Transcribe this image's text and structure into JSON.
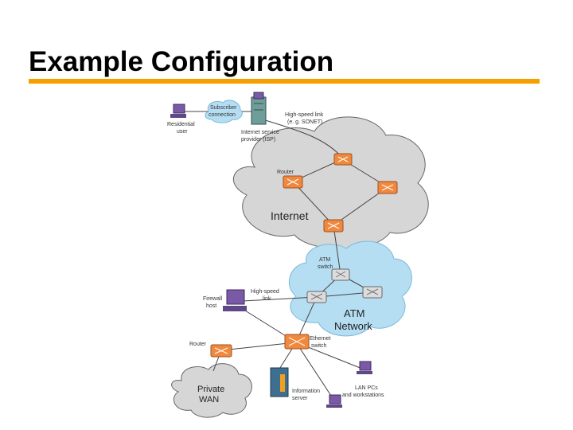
{
  "slide": {
    "title": "Example Configuration",
    "accent_color": "#f5a000"
  },
  "diagram": {
    "internet_cloud_label": "Internet",
    "atm_cloud_label": [
      "ATM",
      "Network"
    ],
    "private_wan_label": [
      "Private",
      "WAN"
    ],
    "labels": {
      "residential_user": [
        "Residential",
        "user"
      ],
      "subscriber_connection": [
        "Subscriber",
        "connection"
      ],
      "high_speed_link_sonet": [
        "High-speed link",
        "(e. g. SONET)"
      ],
      "isp": [
        "Internet service",
        "provider (ISP)"
      ],
      "router_internet": "Router",
      "atm_switch": [
        "ATM",
        "switch"
      ],
      "firewall_host": [
        "Firewall",
        "host"
      ],
      "high_speed_link": [
        "High-speed",
        "link"
      ],
      "router_private": "Router",
      "ethernet_switch": [
        "Ethernet",
        "switch"
      ],
      "information_server": [
        "Information",
        "server"
      ],
      "lan_pcs": [
        "LAN PCs",
        "and workstations"
      ]
    },
    "colors": {
      "internet_cloud": "#d6d6d6",
      "atm_cloud": "#b6def2",
      "private_wan_cloud": "#d6d6d6",
      "router": "#f0883e",
      "atm_switch": "#dcdcdc",
      "pc": "#7a5aa6",
      "server_cabinet": "#6f9e9a",
      "info_server": "#3f6f90"
    }
  }
}
